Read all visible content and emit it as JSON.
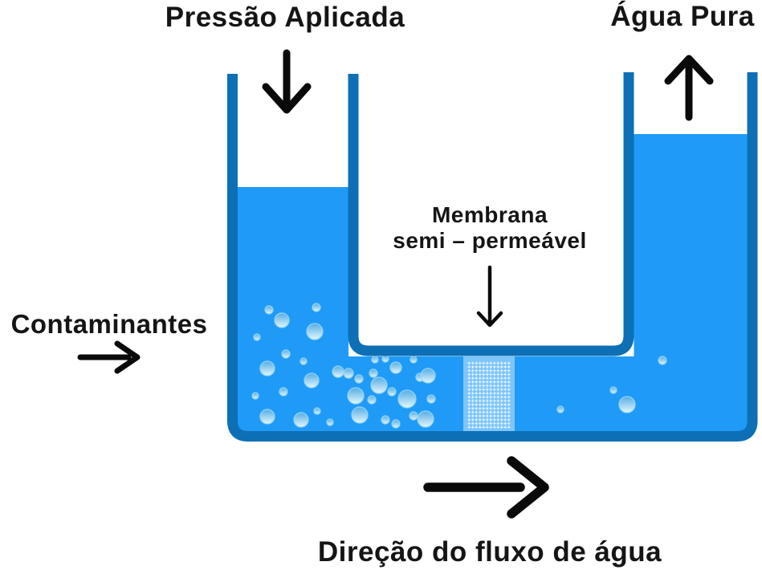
{
  "labels": {
    "applied_pressure": "Pressão Aplicada",
    "pure_water": "Água Pura",
    "membrane_line1": "Membrana",
    "membrane_line2": "semi – permeável",
    "contaminants": "Contaminantes",
    "flow_direction": "Direção do fluxo de água"
  },
  "colors": {
    "background": "#ffffff",
    "wall": "#0d6fb5",
    "water": "#1f9bf7",
    "bubble_top": "#55ade4",
    "bubble_bottom": "#e2f6fe",
    "bubble_rim": "#9bd7f7",
    "membrane_base": "rgba(255,255,255,0.42)",
    "membrane_dot": "rgba(255,255,255,0.92)",
    "membrane_line": "rgba(255,255,255,0.32)",
    "arrow": "#0a0a0a",
    "text": "#151515"
  },
  "bubbles": {
    "left": [
      [
        335,
        386,
        5
      ],
      [
        351,
        399,
        9
      ],
      [
        394,
        383,
        5
      ],
      [
        392,
        413,
        10
      ],
      [
        320,
        420,
        4
      ],
      [
        356,
        441,
        5
      ],
      [
        333,
        459,
        9
      ],
      [
        378,
        450,
        4
      ],
      [
        388,
        474,
        9
      ],
      [
        353,
        488,
        5
      ],
      [
        318,
        493,
        4
      ],
      [
        333,
        519,
        9
      ],
      [
        375,
        523,
        9
      ],
      [
        395,
        512,
        4
      ],
      [
        411,
        526,
        4
      ],
      [
        421,
        463,
        7
      ],
      [
        434,
        465,
        6
      ],
      [
        447,
        472,
        5
      ],
      [
        467,
        448,
        4
      ],
      [
        480,
        447,
        4
      ],
      [
        493,
        458,
        7
      ],
      [
        515,
        448,
        4
      ],
      [
        465,
        465,
        5
      ],
      [
        472,
        480,
        10
      ],
      [
        443,
        493,
        10
      ],
      [
        463,
        498,
        5
      ],
      [
        488,
        488,
        5
      ],
      [
        507,
        497,
        11
      ],
      [
        523,
        470,
        5
      ],
      [
        533,
        468,
        9
      ],
      [
        537,
        497,
        5
      ],
      [
        448,
        517,
        10
      ],
      [
        480,
        523,
        5
      ],
      [
        493,
        528,
        5
      ],
      [
        515,
        518,
        5
      ],
      [
        530,
        522,
        10
      ]
    ],
    "right": [
      [
        698,
        510,
        4
      ],
      [
        764,
        486,
        4
      ],
      [
        781,
        504,
        10
      ],
      [
        825,
        449,
        5
      ]
    ]
  }
}
